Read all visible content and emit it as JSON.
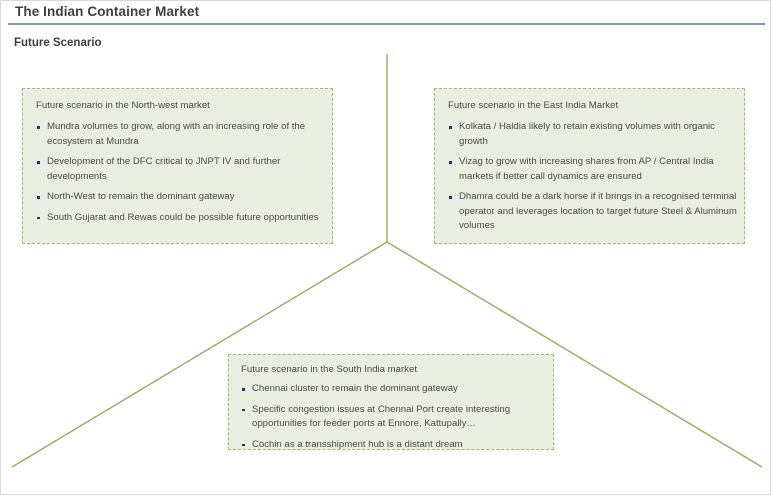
{
  "header": {
    "title": "The Indian Container Market",
    "subtitle": "Future Scenario"
  },
  "colors": {
    "title_rule": "#8396ac",
    "box_fill": "#e8eee1",
    "box_border": "#9cbb74",
    "connector_line": "#8faf5f",
    "bullet": "#1f3864",
    "body_text": "#4a4a4a"
  },
  "boxes": {
    "northwest": {
      "heading": "Future scenario in the North-west market",
      "bullets": [
        "Mundra volumes to grow, along with an increasing role of the ecosystem at Mundra",
        "Development  of the DFC critical to JNPT IV and further developments",
        "North-West to remain the dominant gateway",
        "South Gujarat and Rewas could be possible future opportunities"
      ]
    },
    "east": {
      "heading": "Future scenario in the East India Market",
      "bullets": [
        "Kolkata / Haldia likely to retain existing volumes with organic growth",
        "Vizag to grow with increasing shares from AP / Central India markets if better call dynamics are ensured",
        "Dhamra could be a dark horse if it brings in a recognised terminal operator and leverages location to target future Steel & Aluminum volumes"
      ]
    },
    "south": {
      "heading": "Future scenario in the South India market",
      "bullets": [
        "Chennai cluster to remain the dominant gateway",
        "Specific congestion issues at Chennai Port create interesting opportunities for feeder ports at Ennore, Kattupally…",
        "Cochin as a transshipment hub is a distant dream"
      ]
    }
  }
}
